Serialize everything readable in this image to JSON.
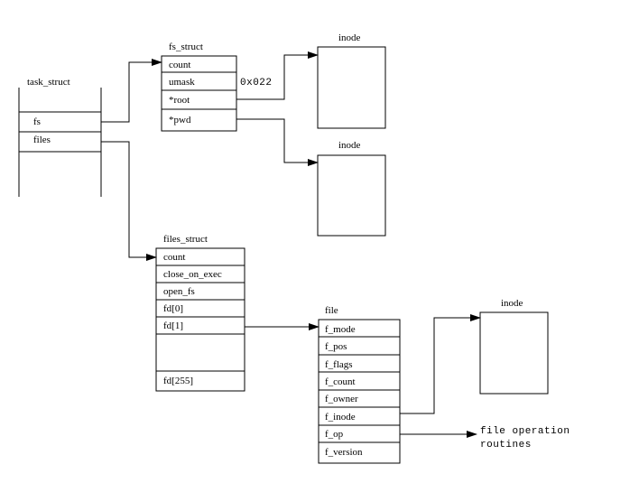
{
  "task_struct": {
    "title": "task_struct",
    "fields": [
      "fs",
      "files"
    ]
  },
  "fs_struct": {
    "title": "fs_struct",
    "fields": [
      "count",
      "umask",
      "*root",
      "*pwd"
    ],
    "umask_value": "0x022"
  },
  "inode_root": {
    "title": "inode"
  },
  "inode_pwd": {
    "title": "inode"
  },
  "files_struct": {
    "title": "files_struct",
    "fields": [
      "count",
      "close_on_exec",
      "open_fs",
      "fd[0]",
      "fd[1]",
      "fd[255]"
    ]
  },
  "file": {
    "title": "file",
    "fields": [
      "f_mode",
      "f_pos",
      "f_flags",
      "f_count",
      "f_owner",
      "f_inode",
      "f_op",
      "f_version"
    ]
  },
  "inode_file": {
    "title": "inode"
  },
  "file_ops": {
    "line1": "file operation",
    "line2": "routines"
  }
}
